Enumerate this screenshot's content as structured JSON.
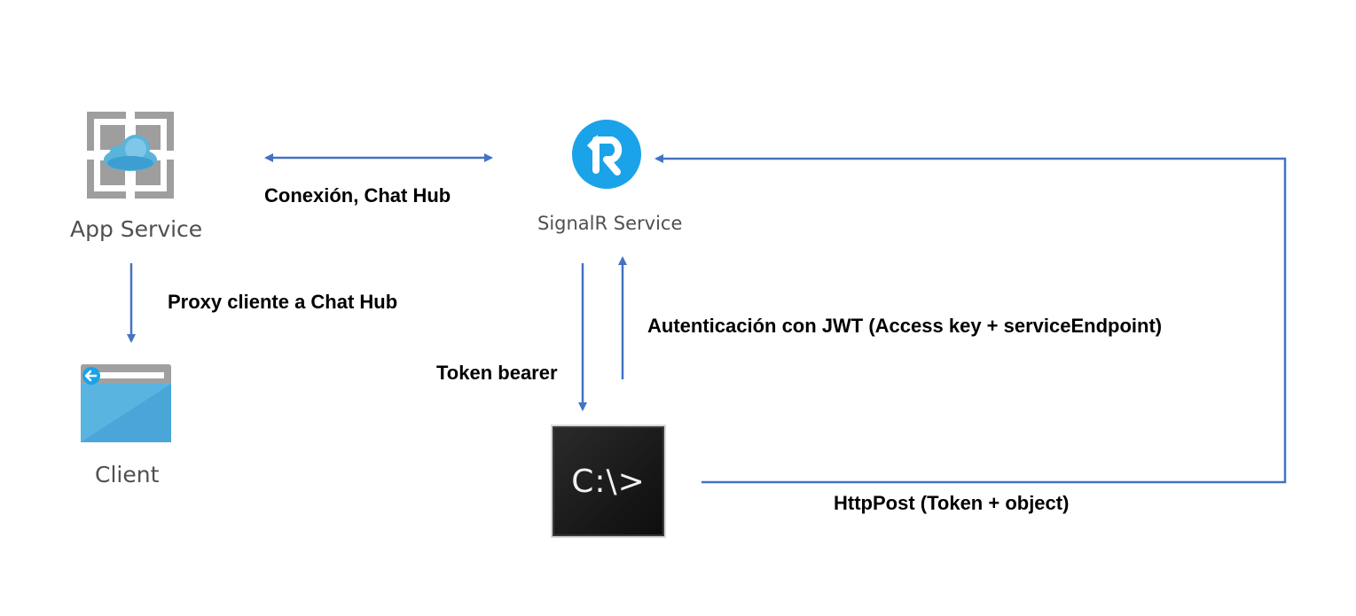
{
  "nodes": {
    "app_service": {
      "label": "App Service",
      "icon": "app-service-icon"
    },
    "signalr": {
      "label": "SignalR Service",
      "icon": "signalr-icon",
      "color": "#1aa3e8"
    },
    "client": {
      "label": "Client",
      "icon": "browser-window-icon",
      "color": "#5ab4e0"
    },
    "console": {
      "label": "C:\\>",
      "icon": "console-icon"
    }
  },
  "edges": {
    "connection": "Conexión, Chat Hub",
    "proxy": "Proxy cliente a Chat Hub",
    "token": "Token bearer",
    "auth": "Autenticación con JWT (Access key + serviceEndpoint)",
    "httppost": "HttpPost (Token + object)"
  },
  "colors": {
    "arrow": "#4472c4",
    "icon_gray": "#9e9e9e"
  }
}
